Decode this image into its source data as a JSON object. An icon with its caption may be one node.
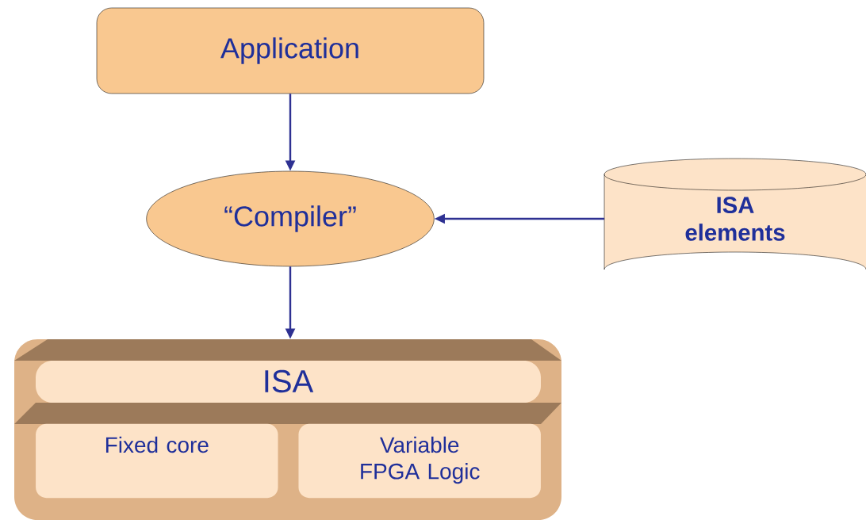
{
  "diagram": {
    "nodes": [
      {
        "text": [
          "Application"
        ]
      },
      {
        "text": [
          "“Compiler”"
        ]
      },
      {
        "text": [
          "ISA elements"
        ]
      },
      {
        "text": [
          "ISA"
        ]
      },
      {
        "text": [
          "Fixed core"
        ],
        "in": 3
      },
      {
        "text": [
          "Variable FPGA Logic"
        ],
        "in": 3
      }
    ],
    "edges": [
      {
        "from": 0,
        "to": 1,
        "arrow": "to"
      },
      {
        "from": 2,
        "to": 1,
        "arrow": "to"
      },
      {
        "from": 1,
        "to": 3,
        "arrow": "to"
      }
    ]
  }
}
